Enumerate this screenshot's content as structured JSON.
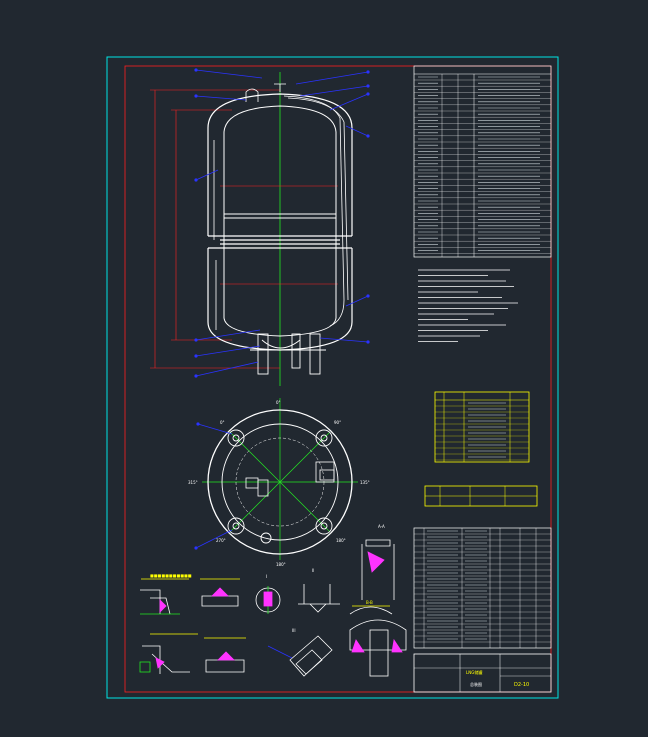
{
  "colors": {
    "background": "#212830",
    "frame_outer": "#00e5e5",
    "frame_inner": "#ff2020",
    "vessel": "#ffffff",
    "center": "#22e822",
    "leader": "#2a33ff",
    "dimension": "#ff2020",
    "table_text": "#ffffff",
    "highlight": "#ffff00",
    "weld": "#ff33ff"
  },
  "angles": {
    "top": "0°",
    "left": "315°",
    "right": "135°",
    "bottom": "180°",
    "upper_left": "0°",
    "upper_right": "90°",
    "lower_left": "270°",
    "lower_right": "180°"
  },
  "view_labels": {
    "section_a": "A-A",
    "section_b": "B-B",
    "detail_i": "I",
    "detail_ii": "II",
    "detail_iii": "III"
  },
  "title_block": {
    "name": "LNG储罐",
    "drawing_no": "D2-10",
    "sub_name": "总装图"
  },
  "icons": [
    "vessel-elevation",
    "nozzle-plan-view",
    "weld-detail",
    "leader-balloon"
  ]
}
